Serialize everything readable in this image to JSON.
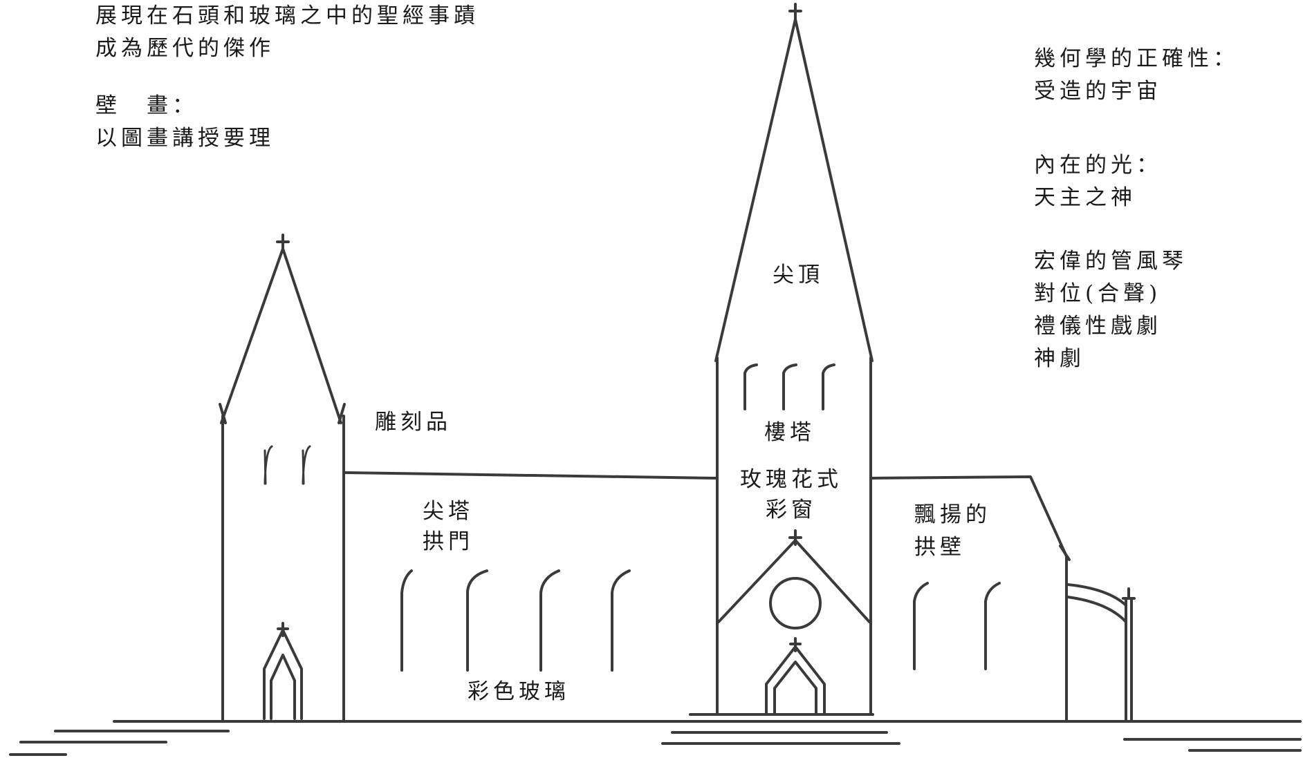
{
  "notes_left": {
    "line1": "展現在石頭和玻璃之中的聖經事蹟",
    "line2": "成為歷代的傑作",
    "mural_title": "壁　畫：",
    "mural_desc": "以圖畫講授要理"
  },
  "notes_right": {
    "geometry_title": "幾何學的正確性：",
    "geometry_desc": "受造的宇宙",
    "light_title": "內在的光：",
    "light_desc": "天主之神",
    "music_line1": "宏偉的管風琴",
    "music_line2": "對位(合聲)",
    "music_line3": "禮儀性戲劇",
    "music_line4": "神劇"
  },
  "labels": {
    "sculpture": "雕刻品",
    "spire": "尖頂",
    "tower": "樓塔",
    "rose_window_1": "玫瑰花式",
    "rose_window_2": "彩窗",
    "pointed_arch_1": "尖塔",
    "pointed_arch_2": "拱門",
    "flying_buttress_1": "飄揚的",
    "flying_buttress_2": "拱壁",
    "stained_glass": "彩色玻璃"
  }
}
